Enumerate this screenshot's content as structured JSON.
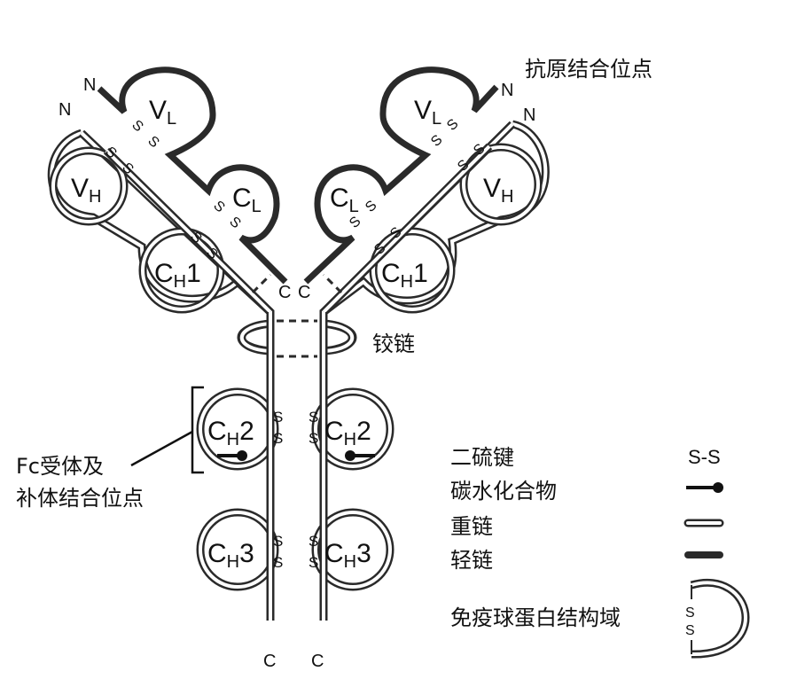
{
  "domains": {
    "vl": "V",
    "vh": "V",
    "cl": "C",
    "ch1": "C",
    "ch2": "C",
    "ch3": "C",
    "sub_l": "L",
    "sub_h": "H",
    "num1": "1",
    "num2": "2",
    "num3": "3"
  },
  "termini": {
    "n": "N",
    "c": "C"
  },
  "bond": {
    "s": "S",
    "dash": "-"
  },
  "labels": {
    "antigen_site": "抗原结合位点",
    "hinge": "铰链",
    "fc_site_line1": "Fc受体及",
    "fc_site_line2": "补体结合位点"
  },
  "legend": {
    "disulfide": "二硫键",
    "disulfide_symbol": "S-S",
    "carbohydrate": "碳水化合物",
    "heavy_chain": "重链",
    "light_chain": "轻链",
    "ig_domain": "免疫球蛋白结构域"
  }
}
